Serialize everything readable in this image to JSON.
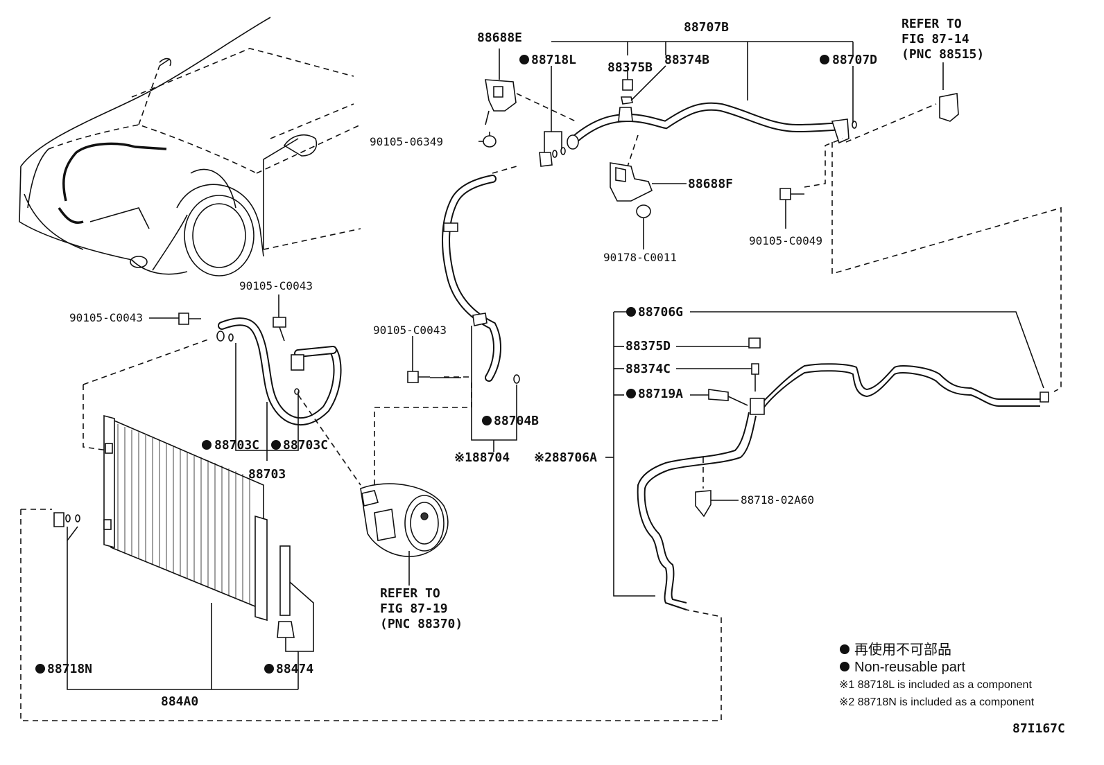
{
  "diagram": {
    "labels": {
      "p88707B": "88707B",
      "p88688E": "88688E",
      "p88718L": "88718L",
      "p88375B": "88375B",
      "p88374B": "88374B",
      "p88707D": "88707D",
      "refer1_line1": "REFER TO",
      "refer1_line2": "FIG 87-14",
      "refer1_line3": "(PNC 88515)",
      "p90105_06349": "90105-06349",
      "p88688F": "88688F",
      "p90105_C0049": "90105-C0049",
      "p90178_C0011": "90178-C0011",
      "p90105_C0043_a": "90105-C0043",
      "p90105_C0043_b": "90105-C0043",
      "p90105_C0043_c": "90105-C0043",
      "p88706G": "88706G",
      "p88375D": "88375D",
      "p88374C": "88374C",
      "p88719A": "88719A",
      "p88704B": "88704B",
      "p88703C_a": "88703C",
      "p88703C_b": "88703C",
      "p88703": "88703",
      "p88704": "※188704",
      "p88706A": "※288706A",
      "p88718_02A60": "88718-02A60",
      "refer2_line1": "REFER TO",
      "refer2_line2": "FIG 87-19",
      "refer2_line3": "(PNC 88370)",
      "p88718N": "88718N",
      "p88474": "88474",
      "p884A0": "884A0"
    },
    "legend": {
      "jp": "再使用不可部品",
      "en": "Non-reusable part",
      "note1": "※1 88718L  is included as a component",
      "note2": "※2 88718N is included as a component"
    },
    "figure_id": "87I167C"
  }
}
